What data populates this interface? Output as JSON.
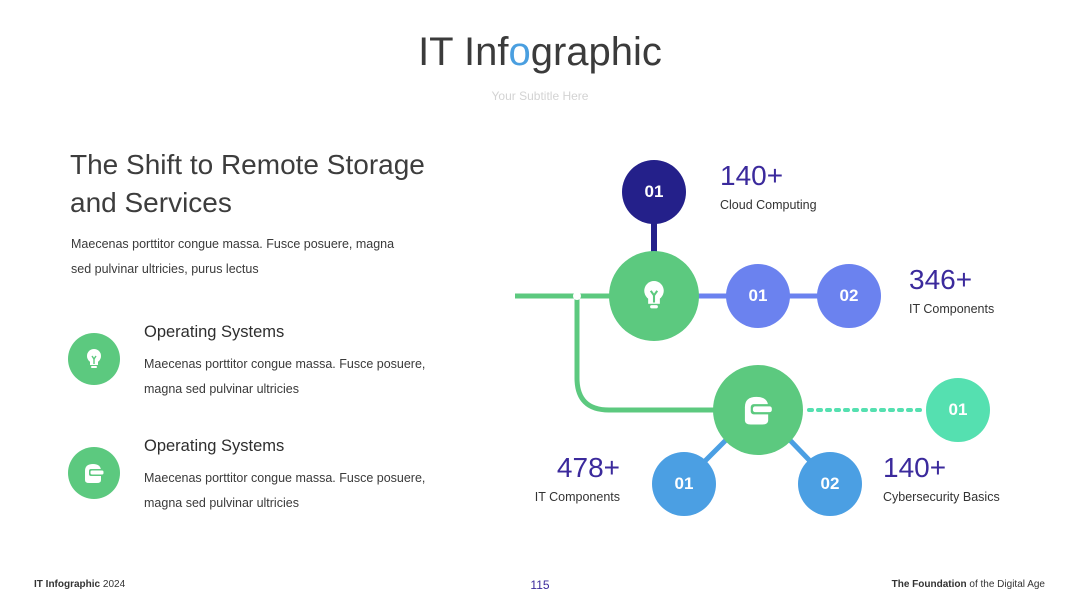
{
  "header": {
    "title_part1": "IT Inf",
    "title_highlight": "o",
    "title_part2": "graphic",
    "subtitle": "Your Subtitle Here"
  },
  "intro": {
    "heading_line1": "The Shift to Remote Storage",
    "heading_line2": "and Services",
    "text_line1": "Maecenas porttitor congue massa. Fusce posuere, magna",
    "text_line2": "sed pulvinar ultricies, purus lectus"
  },
  "features": [
    {
      "title": "Operating Systems",
      "text_line1": "Maecenas porttitor congue massa. Fusce posuere,",
      "text_line2": "magna sed pulvinar ultricies",
      "icon": "lightbulb-icon"
    },
    {
      "title": "Operating Systems",
      "text_line1": "Maecenas porttitor congue massa. Fusce posuere,",
      "text_line2": "magna sed pulvinar ultricies",
      "icon": "vr-headset-icon"
    }
  ],
  "diagram": {
    "top_node": "01",
    "row_node_1": "01",
    "row_node_2": "02",
    "dotted_node": "01",
    "bottom_node_left": "01",
    "bottom_node_right": "02",
    "hub_icons": [
      "lightbulb-icon",
      "vr-headset-icon"
    ]
  },
  "stats": [
    {
      "value": "140+",
      "label": "Cloud Computing"
    },
    {
      "value": "346+",
      "label": "IT Components"
    },
    {
      "value": "478+",
      "label": "IT Components"
    },
    {
      "value": "140+",
      "label": "Cybersecurity Basics"
    }
  ],
  "colors": {
    "green": "#5cc97f",
    "navy": "#24208a",
    "periwinkle": "#6b82ef",
    "blue": "#4b9fe3",
    "mint": "#55e0b0",
    "stat_text": "#3b2a9c"
  },
  "footer": {
    "left_bold": "IT Infographic",
    "left_rest": " 2024",
    "page_number": "115",
    "right_bold": "The Foundation",
    "right_rest": " of the Digital Age"
  }
}
